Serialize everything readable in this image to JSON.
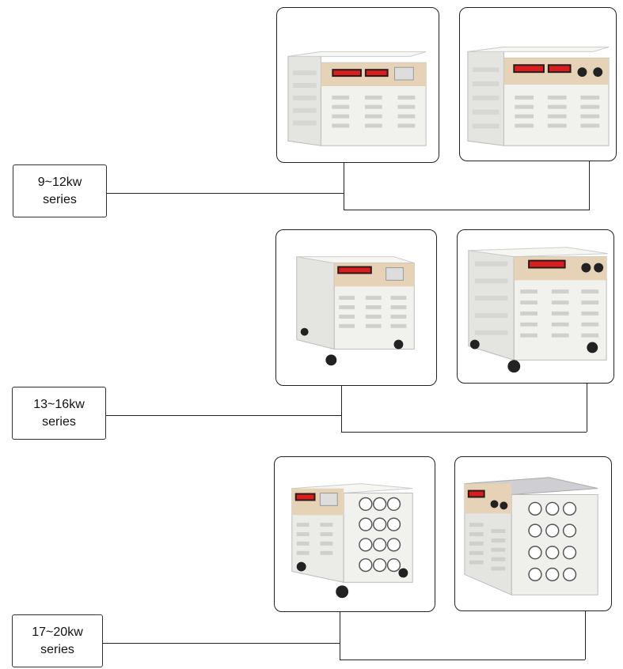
{
  "series": [
    {
      "label_line1": "9~12kw",
      "label_line2": "series",
      "product_images": [
        "power-supply-cabinet-front-panel-keypad",
        "power-supply-cabinet-front-panel-knobs"
      ]
    },
    {
      "label_line1": "13~16kw",
      "label_line2": "series",
      "product_images": [
        "power-supply-cabinet-on-casters-keypad",
        "power-supply-cabinet-on-casters-knobs"
      ]
    },
    {
      "label_line1": "17~20kw",
      "label_line2": "series",
      "product_images": [
        "power-supply-cabinet-fan-grille-keypad",
        "power-supply-cabinet-fan-grille-knobs"
      ]
    }
  ],
  "colors": {
    "cabinet_body": "#f1f1ee",
    "front_panel": "#e6d2b6",
    "display_red": "#d81e1e",
    "connector_line": "#222222"
  }
}
